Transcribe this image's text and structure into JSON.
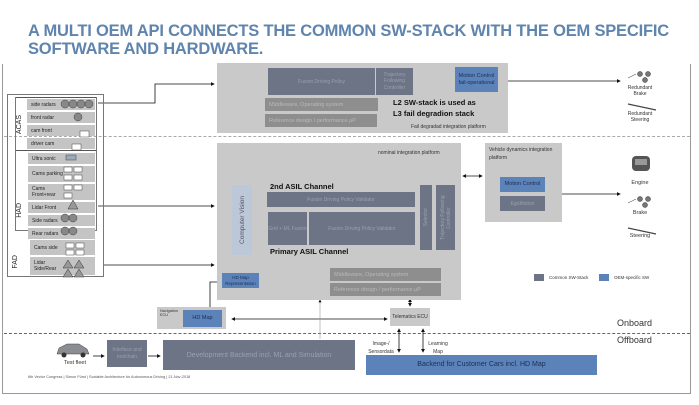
{
  "title": "A MULTI OEM API CONNECTS THE COMMON SW-STACK WITH THE OEM SPECIFIC SOFTWARE AND HARDWARE.",
  "sensors": {
    "groups": [
      "ACAS",
      "HAD",
      "FAD"
    ],
    "items": [
      "side radars",
      "front radar",
      "cam front",
      "driver cam",
      "Ultra sonic",
      "Cams parking",
      "Cams Front+rear",
      "Lidar Front",
      "Side radars",
      "Rear radars",
      "Cams side",
      "Lidar Side/Rear"
    ]
  },
  "fail_platform": {
    "fusion": "Fusion  Driving Policy",
    "trajectory": "Trajectory Following Controller",
    "motion": "Motion Control fail-operational",
    "middleware": "Middleware, Operating system",
    "reference": "Reference design / performance µP",
    "note_line1": "L2 SW-stack is used as",
    "note_line2": "L3 fail degradion stack",
    "label": "Fail degradad integration platform"
  },
  "nominal_platform": {
    "label": "nominal integration platform",
    "computer_vision": "Computer Vision",
    "second_channel": "2nd  ASIL Channel",
    "second_bar": "Fusion   Driving Policy   Validator",
    "grid": "Grid + ML Fusion",
    "primary_bar": "Fusion  Driving Policy   Validator",
    "primary_channel": "Primary ASIL Channel",
    "selector": "Selector",
    "trajectory": "Trajectory Following Controller",
    "hd_map_repr": "HD Map Representation",
    "middleware": "Middleware, Operating system",
    "reference": "Reference design / performance µP"
  },
  "vehicle_dynamics": {
    "label": "Vehicle dynamics integration platform",
    "motion": "Motion Control",
    "ego": "EgoMotion"
  },
  "actuators": {
    "redundant_brake": "Redundant Brake",
    "redundant_steering": "Redundant Steering",
    "engine": "Engine",
    "brake": "Brake",
    "steering": "Steering"
  },
  "legend": {
    "common": "Common SW-Stack",
    "oem": "OEM-specific SW",
    "common_color": "#6c7486",
    "oem_color": "#5b82b9"
  },
  "nav_ecu": {
    "label": "Navigation ECU",
    "hd_map": "HD Map"
  },
  "telematics": "Telematics ECU",
  "onboard": "Onboard",
  "offboard": "Offboard",
  "test_fleet": "Test fleet",
  "interface": "Interface and toolchain",
  "dev_backend": "Development Backend incl. ML and Simulation",
  "image_data": "Image-/ Sensordata",
  "learning_map": "Learning Map",
  "customer_backend": "Backend for Customer Cars incl. HD Map",
  "footer": "6th Vector Congress | Simon Fürst | Scalable Architecture for Autonomous Driving | 21-Nov-2018"
}
